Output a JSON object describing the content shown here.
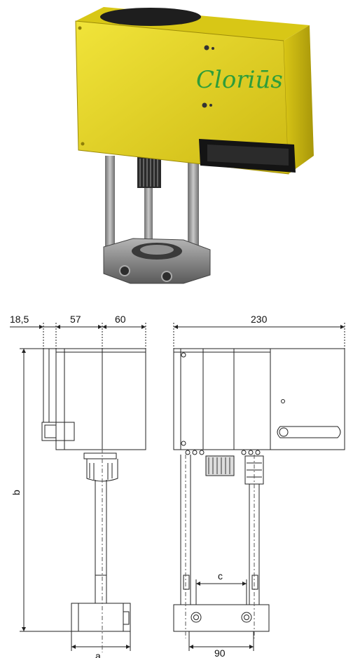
{
  "brand": {
    "logo_text": "Cloriūs"
  },
  "colors": {
    "housing": "#e3d21a",
    "housing_dark": "#b7a50c",
    "brand_green": "#2e9d3a",
    "line": "#222222",
    "metal": "#8a8a8a"
  },
  "dimensions": {
    "side_offset": "18,5",
    "side_depth": "57",
    "side_front": "60",
    "overall_width": "230",
    "height_label": "b",
    "base_width_label": "a",
    "column_spacing_label": "c",
    "bottom_width": "90"
  }
}
